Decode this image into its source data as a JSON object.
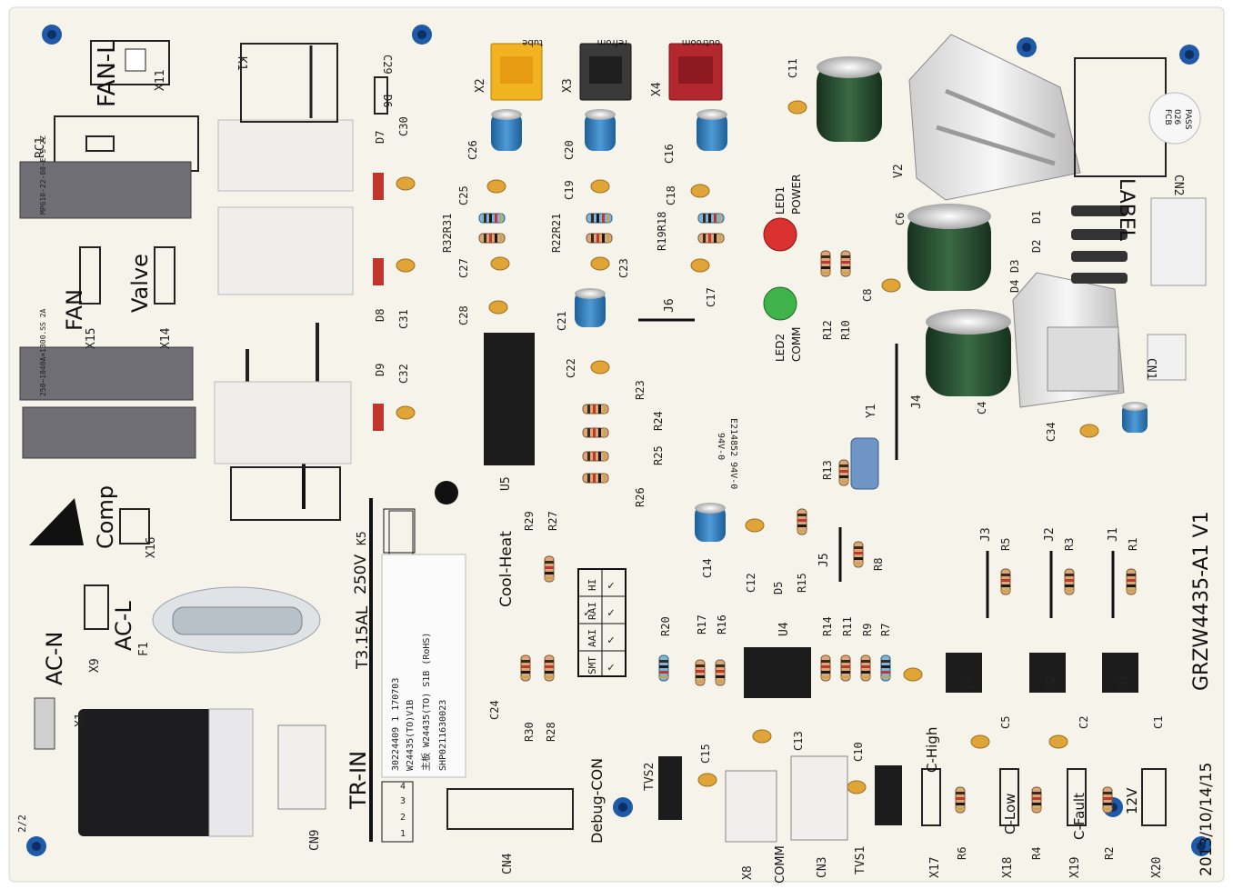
{
  "board": {
    "model": "GRZW4435-A1 V1",
    "date": "2013/10/14/15",
    "label_box": "LABEL",
    "pcb_tag": [
      "FCB",
      "026",
      "PASS"
    ]
  },
  "silkscreen": {
    "fan_l": "FAN-L",
    "fan": "FAN",
    "valve": "Valve",
    "comp": "Comp",
    "ac_n": "AC-N",
    "ac_l": "AC-L",
    "tr_in": "TR-IN",
    "fuse_rating": "T3.15AL",
    "voltage": "250V",
    "cool_heat": "Cool-Heat",
    "debug_con": "Debug-CON",
    "c_high": "C-High",
    "c_low": "C-Low",
    "c_fault": "C-Fault",
    "v12": "12V",
    "comm": "COMM",
    "led1": "LED1",
    "power": "POWER",
    "led2": "LED2",
    "led2_comm": "COMM",
    "tube": "tube",
    "refrom": "refrom",
    "outroom": "outroom"
  },
  "connectors": {
    "x1": "X1",
    "x2": "X2",
    "x3": "X3",
    "x4": "X4",
    "x8": "X8",
    "x9": "X9",
    "x11": "X11",
    "x14": "X14",
    "x15": "X15",
    "x16": "X16",
    "x17": "X17",
    "x18": "X18",
    "x19": "X19",
    "x20": "X20",
    "cn1": "CN1",
    "cn2": "CN2",
    "cn3": "CN3",
    "cn4": "CN4",
    "cn9": "CN9"
  },
  "parts": {
    "k1": "K1",
    "k5": "K5",
    "rc1": "RC1",
    "f1": "F1",
    "u1": "U1",
    "u2": "U2",
    "u3": "U3",
    "u4": "U4",
    "u5": "U5",
    "v2": "V2",
    "y1": "Y1",
    "j1": "J1",
    "j2": "J2",
    "j3": "J3",
    "j4": "J4",
    "j5": "J5",
    "j6": "J6",
    "tvs1": "TVS1",
    "tvs2": "TVS2",
    "c4": "C4",
    "c6": "C6",
    "c8": "C8",
    "c11": "C11",
    "c12": "C12",
    "c14": "C14",
    "c16": "C16",
    "c17": "C17",
    "c18": "C18",
    "c19": "C19",
    "c20": "C20",
    "c21": "C21",
    "c22": "C22",
    "c23": "C23",
    "c24": "C24",
    "c25": "C25",
    "c26": "C26",
    "c27": "C27",
    "c28": "C28",
    "c29": "C29",
    "c30": "C30",
    "c31": "C31",
    "c32": "C32",
    "c34": "C34",
    "c1": "C1",
    "c2": "C2",
    "c5": "C5",
    "c10": "C10",
    "c13": "C13",
    "c15": "C15",
    "r1": "R1",
    "r2": "R2",
    "r3": "R3",
    "r4": "R4",
    "r5": "R5",
    "r6": "R6",
    "r7": "R7",
    "r8": "R8",
    "r9": "R9",
    "r10": "R10",
    "r11": "R11",
    "r12": "R12",
    "r13": "R13",
    "r14": "R14",
    "r15": "R15",
    "r16": "R16",
    "r17": "R17",
    "r20": "R20",
    "r23": "R23",
    "r24": "R24",
    "r25": "R25",
    "r26": "R26",
    "r27": "R27",
    "r28": "R28",
    "r29": "R29",
    "r30": "R30",
    "r32r31": "R32R31",
    "r22r21": "R22R21",
    "r19r18": "R19R18",
    "d5": "D5",
    "d6": "D6",
    "d7": "D7",
    "d8": "D8",
    "d9": "D9",
    "d1": "D1",
    "d2": "D2",
    "d3": "D3",
    "d4": "D4"
  },
  "sticker": {
    "line1": "30224409 1 170703",
    "line2": "W24435(TO)V1B",
    "line3": "主板 W24435(TO) S1B (RoHS)",
    "line4": "SHP0211630023"
  },
  "mode_table": {
    "headers": [
      "SMT",
      "AAI",
      "RAI",
      "HI"
    ],
    "marks": [
      "✓",
      "✓",
      "✓",
      "✓",
      "✓"
    ]
  },
  "relays": {
    "top_print": "MP610-22-00-E-5-2Z",
    "bottom_print": "250~1040A×1300.SS 2A"
  },
  "cert": {
    "line1": "94V-0",
    "line2": "E214852 94V-0"
  },
  "pin_numbers": [
    "1",
    "2",
    "3",
    "4"
  ],
  "edge_mark": "2/2",
  "colors": {
    "board": "#f5f3ea",
    "x2": "#f2b321",
    "x3": "#3a3a3a",
    "x4": "#b3282f",
    "led1": "#d93030",
    "led2": "#3fb24a",
    "capacitor_blue": "#2f7fc0",
    "ceramic": "#e0a437",
    "relay": "#6e6e74"
  }
}
